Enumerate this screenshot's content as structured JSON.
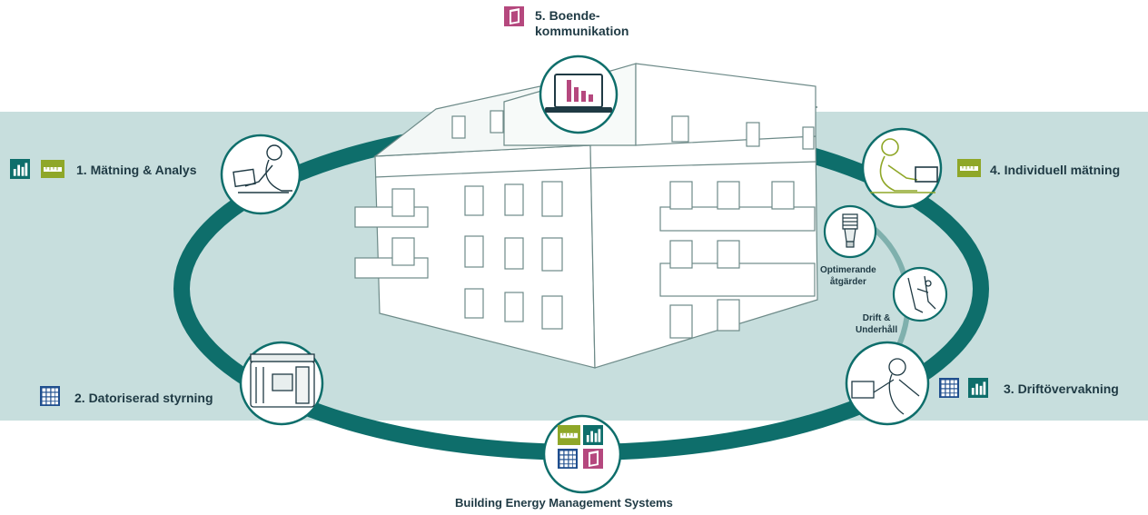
{
  "colors": {
    "band": "#c7dedd",
    "ring": "#0e6e6b",
    "circle_border": "#0e6e6b",
    "ind_green": "#8fa728",
    "ind_blue": "#1f4e8e",
    "ind_magenta": "#b5487e",
    "text": "#1f3a44"
  },
  "labels": {
    "top": [
      "5. Boende-",
      "kommunikation"
    ],
    "left1": "1. Mätning & Analys",
    "left2": "2. Datoriserad styrning",
    "right4": "4. Individuell mätning",
    "right3": "3. Driftövervakning",
    "opt": [
      "Optimerande",
      "åtgärder"
    ],
    "drift": [
      "Drift &",
      "Underhåll"
    ],
    "bottom": "Building Energy Management Systems"
  },
  "nodes": [
    {
      "id": "boendekommunikation",
      "icon": "laptop-chart-icon"
    },
    {
      "id": "matning-analys",
      "icon": "person-laptop-icon"
    },
    {
      "id": "datoriserad-styrning",
      "icon": "controller-device-icon"
    },
    {
      "id": "individuell-matning",
      "icon": "person-laptop-icon"
    },
    {
      "id": "driftovervakning",
      "icon": "person-pointing-icon"
    },
    {
      "id": "optimerande-atgarder",
      "icon": "lightbulb-icon"
    },
    {
      "id": "drift-underhall",
      "icon": "hand-wrench-icon"
    },
    {
      "id": "bems",
      "icon": "four-squares-icon"
    }
  ],
  "legend_icons": [
    "bar-chart-icon",
    "ruler-icon",
    "solar-panel-icon",
    "book-icon"
  ]
}
